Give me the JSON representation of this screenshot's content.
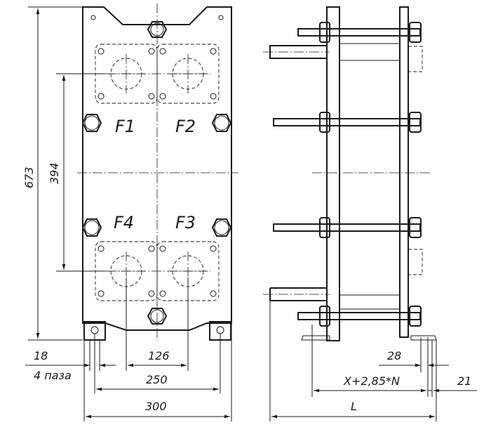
{
  "front_view": {
    "ports": {
      "f1": "F1",
      "f2": "F2",
      "f3": "F3",
      "f4": "F4"
    },
    "dimensions": {
      "overall_height": "673",
      "port_distance_vertical": "394",
      "bottom_hole_offset": "18",
      "bottom_holes_note": "4 паза",
      "port_distance_horizontal": "126",
      "bolt_spacing": "250",
      "overall_width": "300"
    }
  },
  "side_view": {
    "dimensions": {
      "foot_width": "28",
      "pack_length": "X+2,85*N",
      "end_offset": "21",
      "overall_length": "L"
    }
  },
  "colors": {
    "line": "#1a1a1a",
    "background": "#ffffff"
  }
}
